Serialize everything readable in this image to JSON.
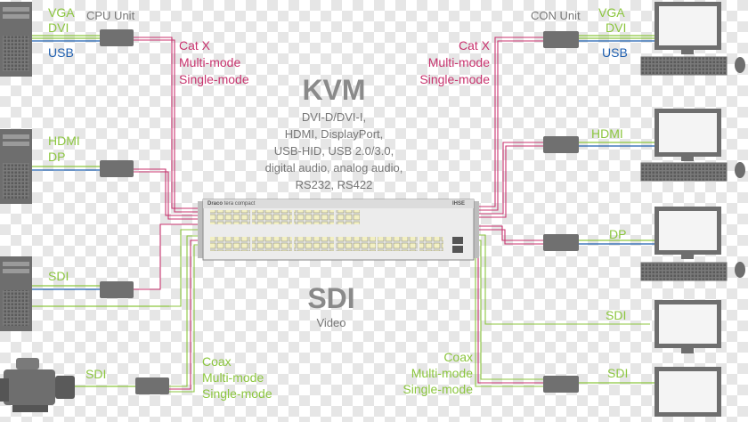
{
  "left": {
    "unit_label": "CPU Unit",
    "row1": {
      "sig1": "VGA",
      "sig2": "DVI",
      "sig3": "USB"
    },
    "row2": {
      "sig1": "HDMI",
      "sig2": "DP"
    },
    "row3": {
      "sig1": "SDI"
    },
    "row4": {
      "sig1": "SDI"
    },
    "cable_kvm": [
      "Cat X",
      "Multi-mode",
      "Single-mode"
    ],
    "cable_sdi": [
      "Coax",
      "Multi-mode",
      "Single-mode"
    ]
  },
  "right": {
    "unit_label": "CON Unit",
    "row1": {
      "sig1": "VGA",
      "sig2": "DVI",
      "sig3": "USB"
    },
    "row2": {
      "sig1": "HDMI"
    },
    "row3": {
      "sig1": "DP"
    },
    "row4": {
      "sig1": "SDI"
    },
    "row5": {
      "sig1": "SDI"
    },
    "cable_kvm": [
      "Cat X",
      "Multi-mode",
      "Single-mode"
    ],
    "cable_sdi": [
      "Coax",
      "Multi-mode",
      "Single-mode"
    ]
  },
  "center": {
    "kvm_title": "KVM",
    "kvm_lines": [
      "DVI-D/DVI-I,",
      "HDMI, DisplayPort,",
      "USB-HID, USB 2.0/3.0,",
      "digital audio, analog audio,",
      "RS232, RS422"
    ],
    "sdi_title": "SDI",
    "sdi_sub": "Video",
    "switch_brand": "Draco",
    "switch_model": "tera compact",
    "switch_vendor": "IHSE"
  },
  "colors": {
    "green": "#8cc63f",
    "blue": "#1f5fb0",
    "pink": "#c8336e",
    "gray": "#8a8a8a",
    "device": "#6e6e6e"
  }
}
